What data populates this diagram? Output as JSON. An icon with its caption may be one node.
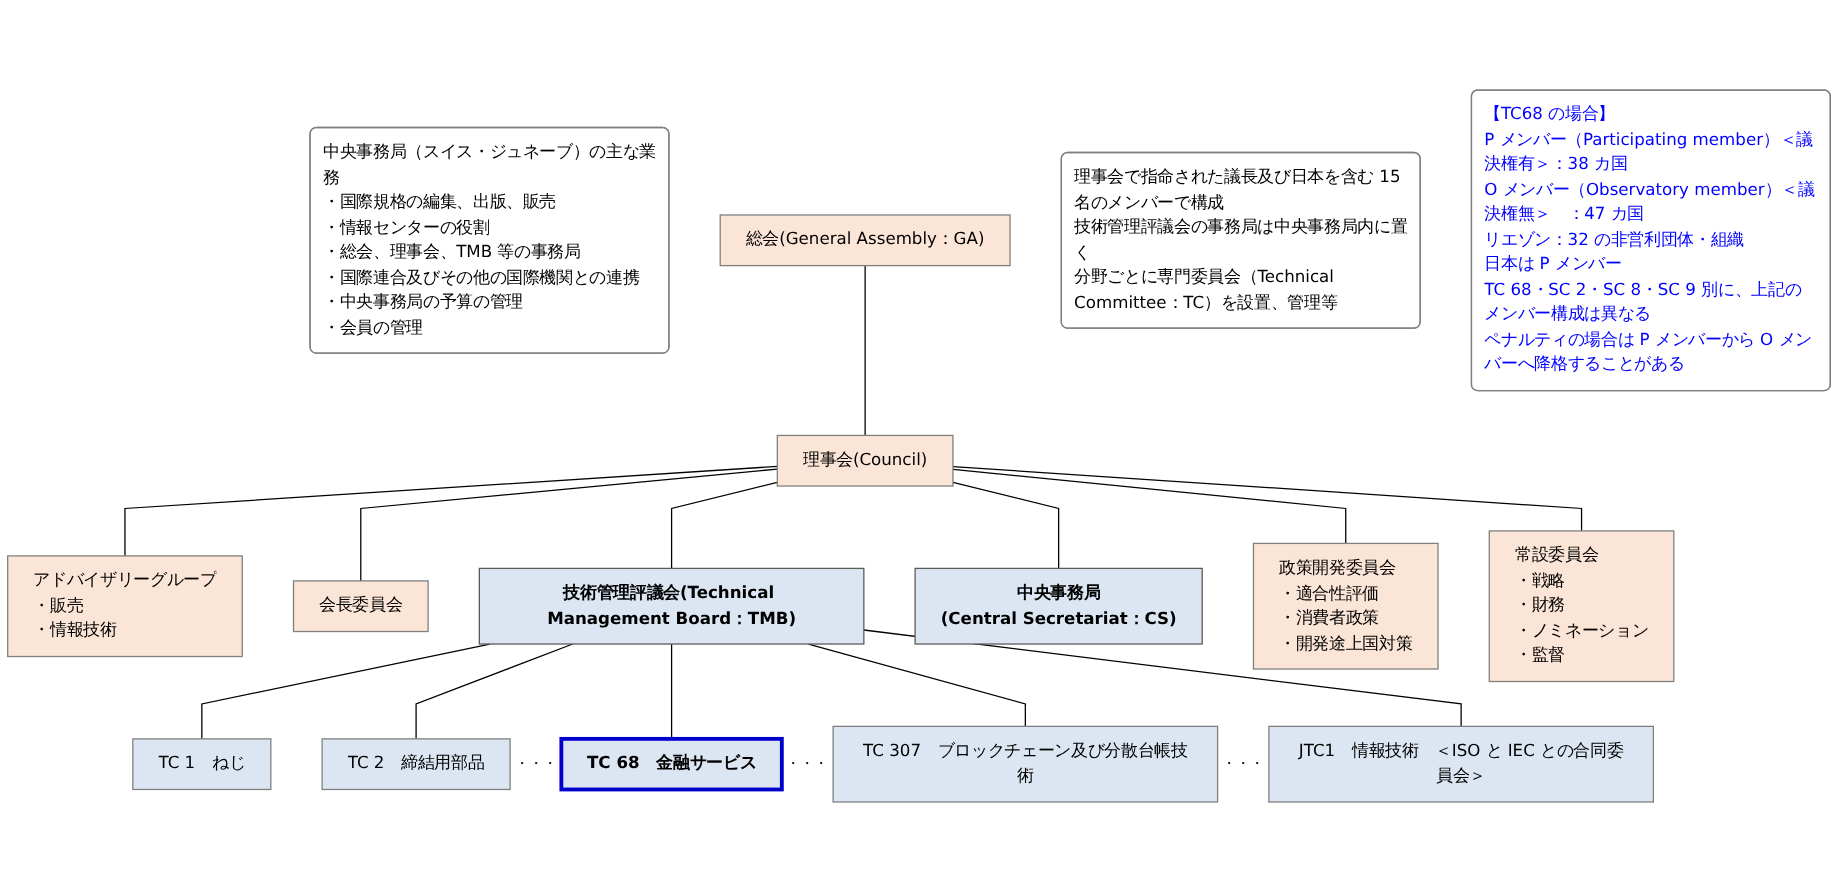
{
  "diagram": {
    "nodes": [
      {
        "text": [
          "総会(General Assembly：GA)"
        ]
      },
      {
        "text": [
          "理事会(Council)"
        ]
      },
      {
        "text": [
          "会長委員会"
        ]
      },
      {
        "text": [
          "常設委員会",
          "・戦略",
          "・財務",
          "・ノミネーション",
          "・監督"
        ]
      },
      {
        "text": [
          "アドバイザリーグループ",
          "・販売",
          "・情報技術"
        ]
      },
      {
        "text": [
          "政策開発委員会",
          "・適合性評価",
          "・消費者政策",
          "・開発途上国対策"
        ]
      },
      {
        "text": [
          "中央事務局",
          "(Central Secretariat：CS)"
        ]
      },
      {
        "text": [
          "技術管理評議会(Technical Management Board：TMB)"
        ]
      },
      {
        "text": [
          "TC 1　ねじ"
        ]
      },
      {
        "text": [
          "TC 2　締結用部品"
        ]
      },
      {
        "text": [
          "TC 68　金融サービス"
        ]
      },
      {
        "text": [
          "TC 307　ブロックチェーン及び分散台帳技術"
        ]
      },
      {
        "text": [
          "JTC1　情報技術　＜ISO と IEC との合同委員会＞"
        ]
      },
      {
        "text": [
          "中央事務局（スイス・ジュネーブ）の主な業務",
          "・国際規格の編集、出版、販売",
          "・情報センターの役割",
          "・総会、理事会、TMB 等の事務局",
          "・国際連合及びその他の国際機関との連携",
          "・中央事務局の予算の管理",
          "・会員の管理"
        ]
      },
      {
        "text": [
          "理事会で指命された議長及び日本を含む 15 名のメンバーで構成",
          "技術管理評議会の事務局は中央事務局内に置く",
          "分野ごとに専門委員会（Technical Committee：TC）を設置、管理等"
        ]
      },
      {
        "text": [
          "【TC68 の場合】",
          "P メンバー（Participating member）＜議決権有＞：38 カ国",
          "O メンバー（Observatory member）＜議決権無＞　：47 カ国",
          "リエゾン：32 の非営利団体・組織",
          "日本は P メンバー",
          "TC 68・SC 2・SC 8・SC 9 別に、上記のメンバー構成は異なる",
          "ペナルティの場合は P メンバーから O メンバーへ降格することがある"
        ]
      }
    ],
    "edges": [
      {
        "from": 0,
        "to": 1,
        "arrow": "none"
      },
      {
        "from": 1,
        "to": 2,
        "arrow": "none"
      },
      {
        "from": 1,
        "to": 3,
        "arrow": "none"
      },
      {
        "from": 1,
        "to": 4,
        "arrow": "none"
      },
      {
        "from": 1,
        "to": 5,
        "arrow": "none"
      },
      {
        "from": 1,
        "to": 6,
        "arrow": "none"
      },
      {
        "from": 1,
        "to": 7,
        "arrow": "none"
      },
      {
        "from": 7,
        "to": 8,
        "arrow": "none"
      },
      {
        "from": 7,
        "to": 9,
        "arrow": "none"
      },
      {
        "from": 7,
        "to": 10,
        "arrow": "none"
      },
      {
        "from": 7,
        "to": 11,
        "arrow": "none"
      },
      {
        "from": 7,
        "to": 12,
        "arrow": "none"
      }
    ],
    "labels": [
      "・・・",
      "・・・",
      "・・・"
    ]
  }
}
